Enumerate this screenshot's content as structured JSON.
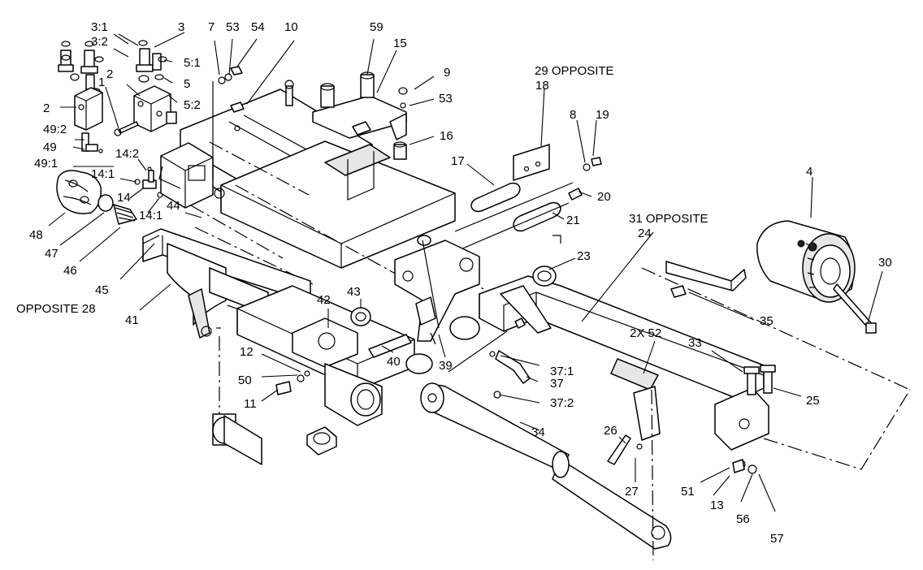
{
  "callouts": [
    {
      "id": "c-3-1",
      "text": "3:1"
    },
    {
      "id": "c-3",
      "text": "3"
    },
    {
      "id": "c-3-2",
      "text": "3:2"
    },
    {
      "id": "c-5-1",
      "text": "5:1"
    },
    {
      "id": "c-2a",
      "text": "2"
    },
    {
      "id": "c-1",
      "text": "1"
    },
    {
      "id": "c-5",
      "text": "5"
    },
    {
      "id": "c-5-2",
      "text": "5:2"
    },
    {
      "id": "c-2b",
      "text": "2"
    },
    {
      "id": "c-49-2",
      "text": "49:2"
    },
    {
      "id": "c-49",
      "text": "49"
    },
    {
      "id": "c-49-1",
      "text": "49:1"
    },
    {
      "id": "c-14-2",
      "text": "14:2"
    },
    {
      "id": "c-14-1a",
      "text": "14:1"
    },
    {
      "id": "c-14",
      "text": "14"
    },
    {
      "id": "c-14-1b",
      "text": "14:1"
    },
    {
      "id": "c-44",
      "text": "44"
    },
    {
      "id": "c-48",
      "text": "48"
    },
    {
      "id": "c-47",
      "text": "47"
    },
    {
      "id": "c-46",
      "text": "46"
    },
    {
      "id": "c-45",
      "text": "45"
    },
    {
      "id": "c-opp28",
      "text": "OPPOSITE 28"
    },
    {
      "id": "c-41",
      "text": "41"
    },
    {
      "id": "c-7",
      "text": "7"
    },
    {
      "id": "c-53a",
      "text": "53"
    },
    {
      "id": "c-54",
      "text": "54"
    },
    {
      "id": "c-10",
      "text": "10"
    },
    {
      "id": "c-59",
      "text": "59"
    },
    {
      "id": "c-15",
      "text": "15"
    },
    {
      "id": "c-9",
      "text": "9"
    },
    {
      "id": "c-53b",
      "text": "53"
    },
    {
      "id": "c-16",
      "text": "16"
    },
    {
      "id": "c-29opp",
      "text": "29 OPPOSITE"
    },
    {
      "id": "c-18",
      "text": "18"
    },
    {
      "id": "c-8",
      "text": "8"
    },
    {
      "id": "c-19",
      "text": "19"
    },
    {
      "id": "c-17",
      "text": "17"
    },
    {
      "id": "c-20",
      "text": "20"
    },
    {
      "id": "c-21",
      "text": "21"
    },
    {
      "id": "c-4",
      "text": "4"
    },
    {
      "id": "c-31opp",
      "text": "31 OPPOSITE"
    },
    {
      "id": "c-24",
      "text": "24"
    },
    {
      "id": "c-30",
      "text": "30"
    },
    {
      "id": "c-23",
      "text": "23"
    },
    {
      "id": "c-35",
      "text": "35"
    },
    {
      "id": "c-42",
      "text": "42"
    },
    {
      "id": "c-43",
      "text": "43"
    },
    {
      "id": "c-12",
      "text": "12"
    },
    {
      "id": "c-50",
      "text": "50"
    },
    {
      "id": "c-11",
      "text": "11"
    },
    {
      "id": "c-40",
      "text": "40"
    },
    {
      "id": "c-39",
      "text": "39"
    },
    {
      "id": "c-37-1",
      "text": "37:1"
    },
    {
      "id": "c-37",
      "text": "37"
    },
    {
      "id": "c-37-2",
      "text": "37:2"
    },
    {
      "id": "c-2x52",
      "text": "2X 52"
    },
    {
      "id": "c-33",
      "text": "33"
    },
    {
      "id": "c-25",
      "text": "25"
    },
    {
      "id": "c-34",
      "text": "34"
    },
    {
      "id": "c-26",
      "text": "26"
    },
    {
      "id": "c-27",
      "text": "27"
    },
    {
      "id": "c-51",
      "text": "51"
    },
    {
      "id": "c-13",
      "text": "13"
    },
    {
      "id": "c-56",
      "text": "56"
    },
    {
      "id": "c-57",
      "text": "57"
    }
  ]
}
